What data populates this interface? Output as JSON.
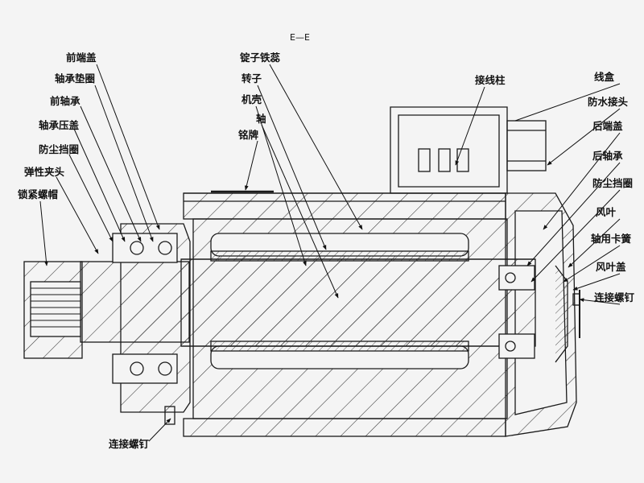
{
  "section_title": "E—E",
  "labels": {
    "front_end_cover": "前端盖",
    "bearing_spacer": "轴承垫圈",
    "front_bearing": "前轴承",
    "bearing_gland": "轴承压盖",
    "dust_ring_front": "防尘挡圈",
    "collet": "弹性夹头",
    "lock_nut": "锁紧螺帽",
    "stator_core": "锭子铁蕊",
    "rotor": "转子",
    "housing": "机壳",
    "shaft": "轴",
    "nameplate": "铭牌",
    "terminal": "接线柱",
    "terminal_box": "线盒",
    "waterproof_connector": "防水接头",
    "rear_end_cover": "后端盖",
    "rear_bearing": "后轴承",
    "dust_ring_rear": "防尘挡圈",
    "fan": "风叶",
    "circlip": "轴用卡簧",
    "fan_cover": "风叶盖",
    "screw_rear": "连接螺钉",
    "screw_bottom": "连接螺钉"
  },
  "colors": {
    "line": "#1a1a1a",
    "background": "#f4f4f4",
    "hatch": "#333333"
  }
}
